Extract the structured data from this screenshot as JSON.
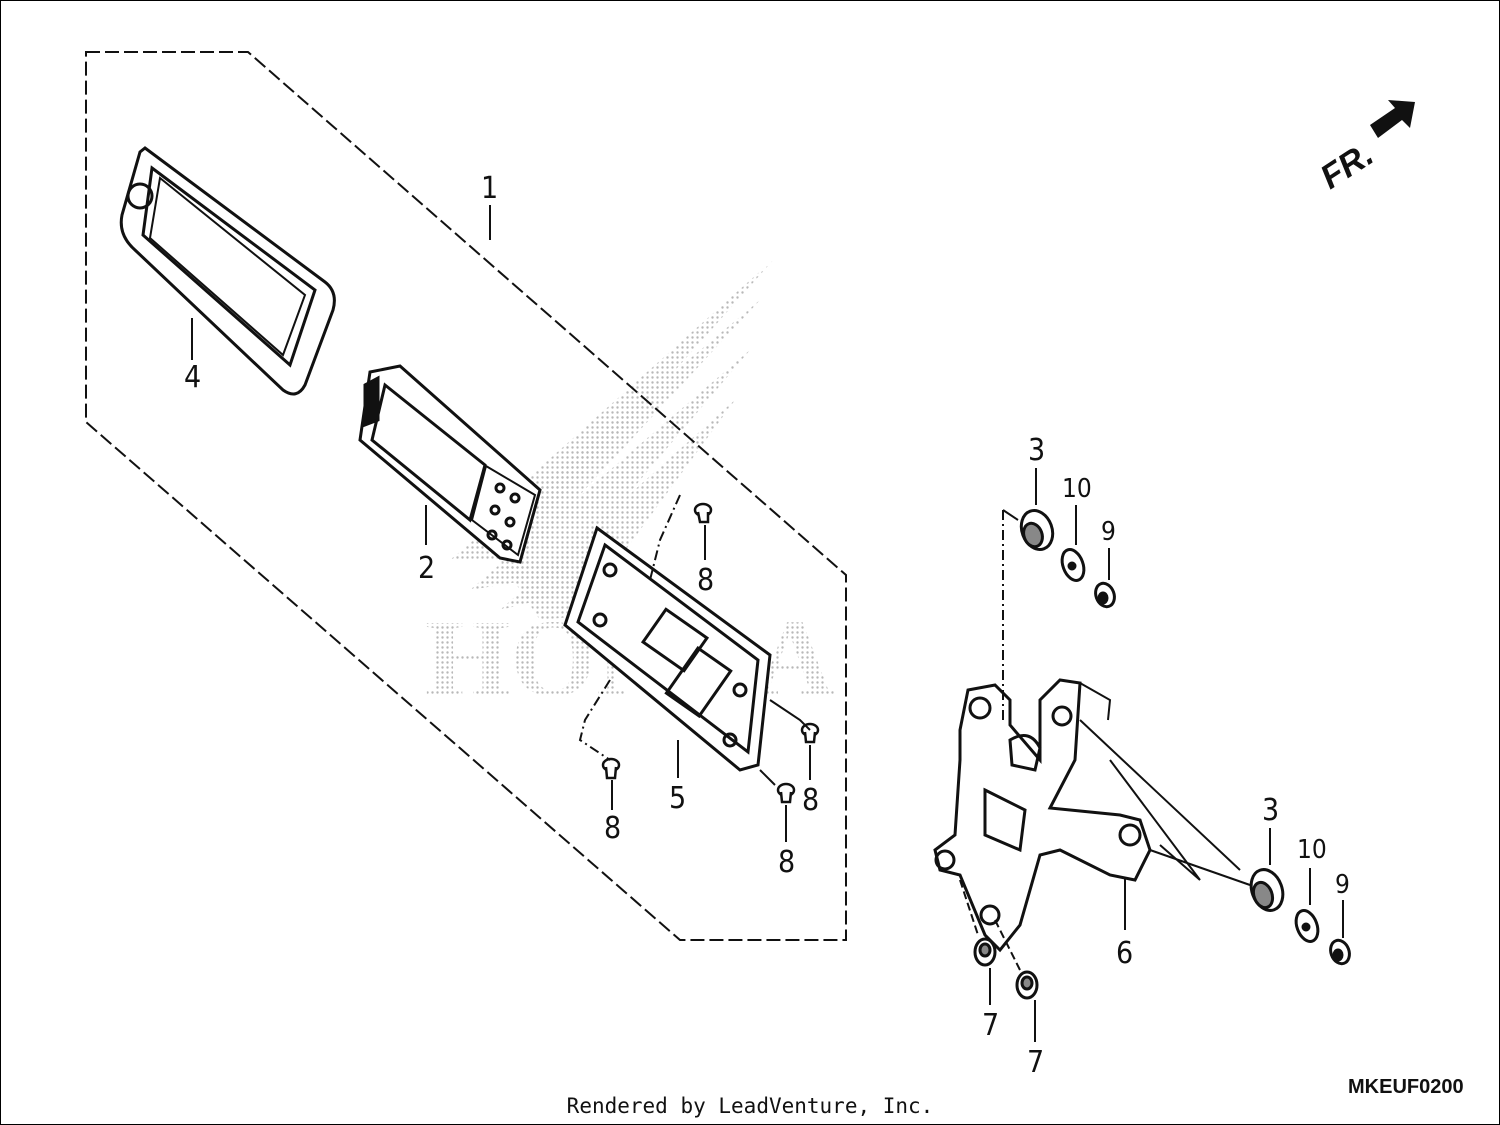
{
  "diagram": {
    "callouts": {
      "c1": "1",
      "c2": "2",
      "c3a": "3",
      "c3b": "3",
      "c4": "4",
      "c5": "5",
      "c6": "6",
      "c7a": "7",
      "c7b": "7",
      "c8a": "8",
      "c8b": "8",
      "c8c": "8",
      "c8d": "8",
      "c9a": "9",
      "c9b": "9",
      "c10a": "10",
      "c10b": "10"
    },
    "direction_label": "FR.",
    "drawing_code": "MKEUF0200",
    "watermark_text": "HONDA",
    "footer": "Rendered by LeadVenture, Inc."
  },
  "colors": {
    "line": "#111111",
    "watermark": "#b8b8b8",
    "background": "#ffffff"
  }
}
